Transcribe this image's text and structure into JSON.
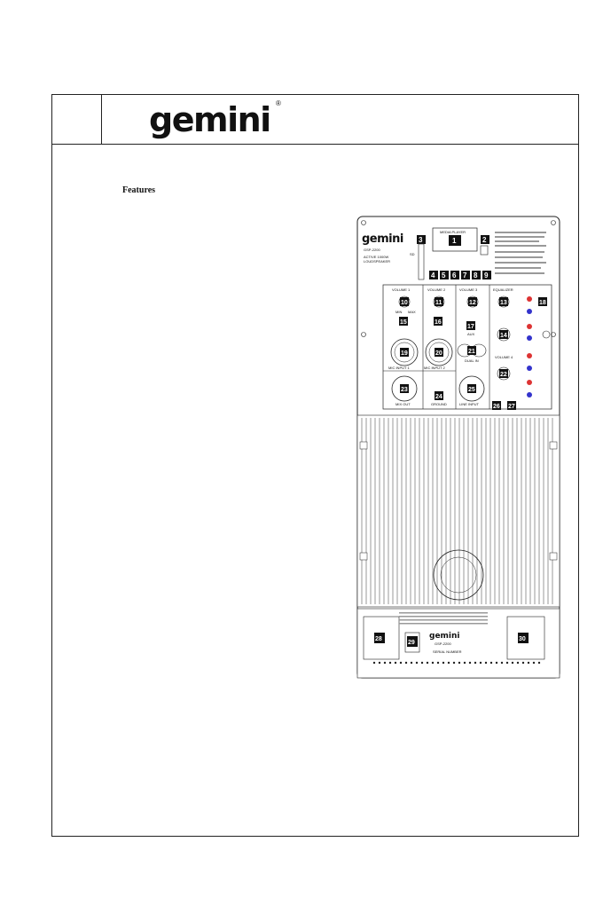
{
  "header": {
    "brand": "gemini",
    "registered": "®"
  },
  "section": {
    "title": "Features"
  },
  "panel": {
    "brand": "gemini",
    "model": "GSP-2200",
    "subtitle_1": "ACTIVE 1000W",
    "subtitle_2": "LOUDSPEAKER",
    "media_player": "MEDIA PLAYER",
    "sd_label": "SD",
    "volume_1": "VOLUME 1",
    "volume_2": "VOLUME 2",
    "volume_3": "VOLUME 3",
    "volume_4": "VOLUME 4",
    "equalizer": "EQUALIZER",
    "mic_input_1": "MIC INPUT 1",
    "mic_input_2": "MIC INPUT 2",
    "mix_out": "MIX OUT",
    "ground": "GROUND",
    "line_input": "LINE INPUT",
    "aux": "AUX",
    "dual_in": "DUAL IN",
    "min": "MIN",
    "max": "MAX",
    "serial_number": "SERIAL NUMBER",
    "callouts": [
      "1",
      "2",
      "3",
      "4",
      "5",
      "6",
      "7",
      "8",
      "9",
      "10",
      "11",
      "12",
      "13",
      "14",
      "15",
      "16",
      "17",
      "18",
      "19",
      "20",
      "21",
      "22",
      "23",
      "24",
      "25",
      "26",
      "27",
      "28",
      "29",
      "30"
    ]
  }
}
